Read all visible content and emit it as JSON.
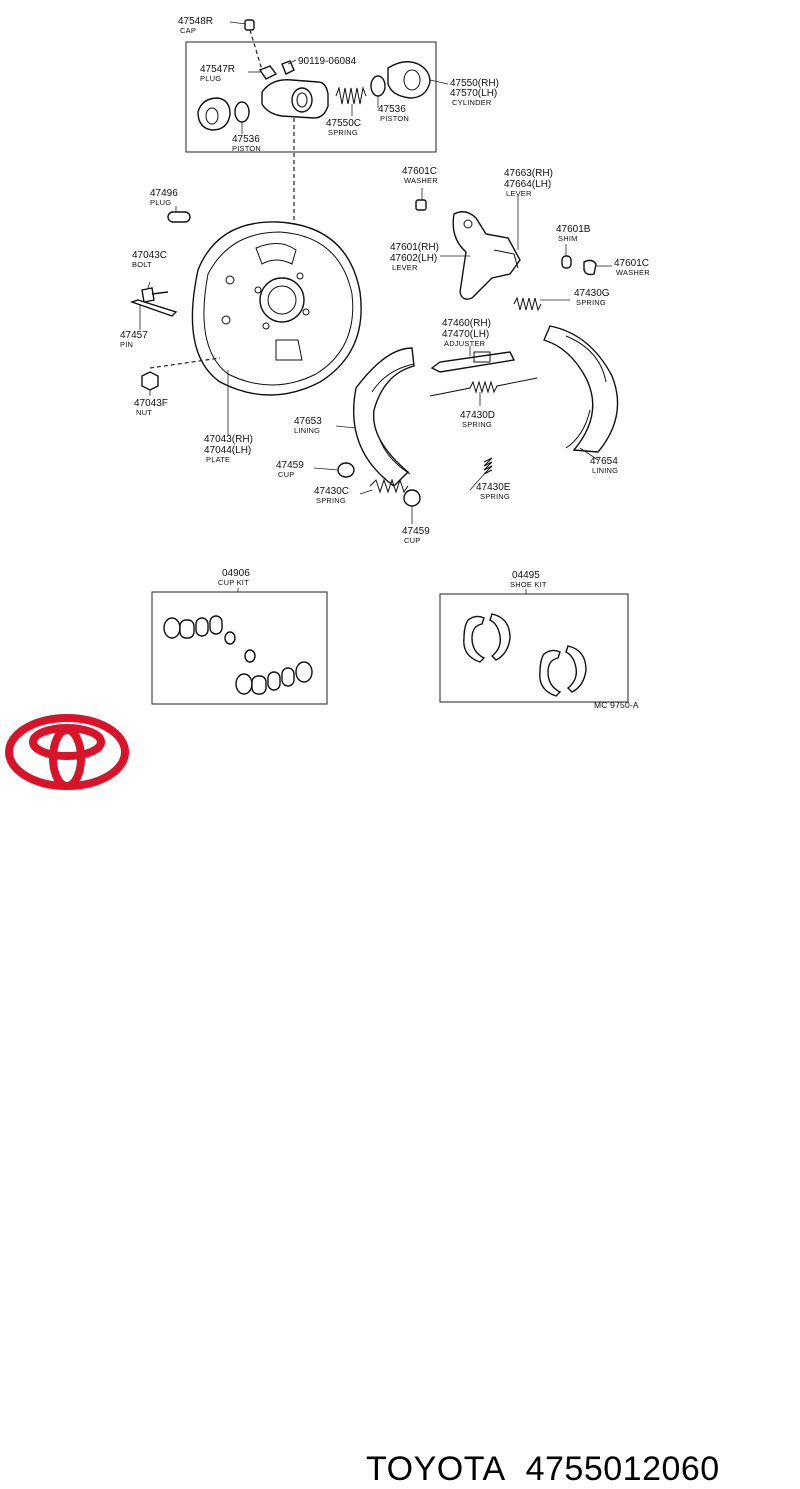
{
  "brand": {
    "name": "TOYOTA",
    "part_number": "4755012060",
    "logo_color": "#d9142a"
  },
  "diagram": {
    "ref_code": "MC  9750-A",
    "parts": [
      {
        "pn": "47548R",
        "name": "CAP"
      },
      {
        "pn": "47547R",
        "name": "PLUG"
      },
      {
        "pn": "90119-06084",
        "name": ""
      },
      {
        "pn": "47550(RH)",
        "pn2": "47570(LH)",
        "name": "CYLINDER"
      },
      {
        "pn": "47550C",
        "name": "SPRING"
      },
      {
        "pn": "47536",
        "name": "PISTON",
        "id": "piston-right"
      },
      {
        "pn": "47536",
        "name": "PISTON",
        "id": "piston-left"
      },
      {
        "pn": "47496",
        "name": "PLUG"
      },
      {
        "pn": "47043C",
        "name": "BOLT"
      },
      {
        "pn": "47457",
        "name": "PIN"
      },
      {
        "pn": "47043F",
        "name": "NUT"
      },
      {
        "pn": "47043(RH)",
        "pn2": "47044(LH)",
        "name": "PLATE"
      },
      {
        "pn": "47601C",
        "name": "WASHER",
        "id": "washer-top"
      },
      {
        "pn": "47663(RH)",
        "pn2": "47664(LH)",
        "name": "LEVER",
        "id": "lever-top"
      },
      {
        "pn": "47601(RH)",
        "pn2": "47602(LH)",
        "name": "LEVER",
        "id": "lever-mid"
      },
      {
        "pn": "47601B",
        "name": "SHIM"
      },
      {
        "pn": "47601C",
        "name": "WASHER",
        "id": "washer-right"
      },
      {
        "pn": "47430G",
        "name": "SPRING"
      },
      {
        "pn": "47460(RH)",
        "pn2": "47470(LH)",
        "name": "ADJUSTER"
      },
      {
        "pn": "47430D",
        "name": "SPRING"
      },
      {
        "pn": "47653",
        "name": "LINING"
      },
      {
        "pn": "47654",
        "name": "LINING"
      },
      {
        "pn": "47459",
        "name": "CUP",
        "id": "cup-left"
      },
      {
        "pn": "47430C",
        "name": "SPRING"
      },
      {
        "pn": "47430E",
        "name": "SPRING"
      },
      {
        "pn": "47459",
        "name": "CUP",
        "id": "cup-bottom"
      }
    ],
    "kits": [
      {
        "pn": "04906",
        "name": "CUP KIT"
      },
      {
        "pn": "04495",
        "name": "SHOE KIT"
      }
    ]
  }
}
